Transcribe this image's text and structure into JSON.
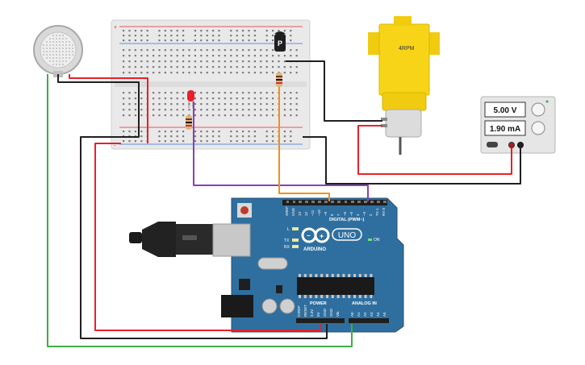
{
  "transistor": {
    "label": "P"
  },
  "motor": {
    "label": "4RPM"
  },
  "power_supply": {
    "voltage_display": "5.00 V",
    "current_display": "1.90 mA"
  },
  "arduino": {
    "logo_text": "ARDUINO",
    "model_text": "UNO",
    "on_label": "ON",
    "led_l": "L",
    "led_tx": "TX",
    "led_rx": "RX",
    "digital_header": "DIGITAL (PWM~)",
    "digital_pins": [
      "AREF",
      "GND",
      "13",
      "12",
      "~11",
      "~10",
      "~9",
      "8",
      "7",
      "~6",
      "~5",
      "4",
      "~3",
      "2",
      "TX 1",
      "RX 0"
    ],
    "power_header": "POWER",
    "power_pins": [
      "IOREF",
      "RESET",
      "3.3V",
      "5V",
      "GND",
      "GND",
      "Vin"
    ],
    "analog_header": "ANALOG IN",
    "analog_pins": [
      "A0",
      "A1",
      "A2",
      "A3",
      "A4",
      "A5"
    ]
  },
  "colors": {
    "wire_red": "#e8202a",
    "wire_black": "#1f1f1f",
    "wire_green": "#3cb043",
    "wire_orange": "#f0901a",
    "wire_purple": "#8a3fb5",
    "board_blue": "#2f6f9f",
    "motor_yellow": "#f7d417",
    "breadboard": "#ececec"
  }
}
